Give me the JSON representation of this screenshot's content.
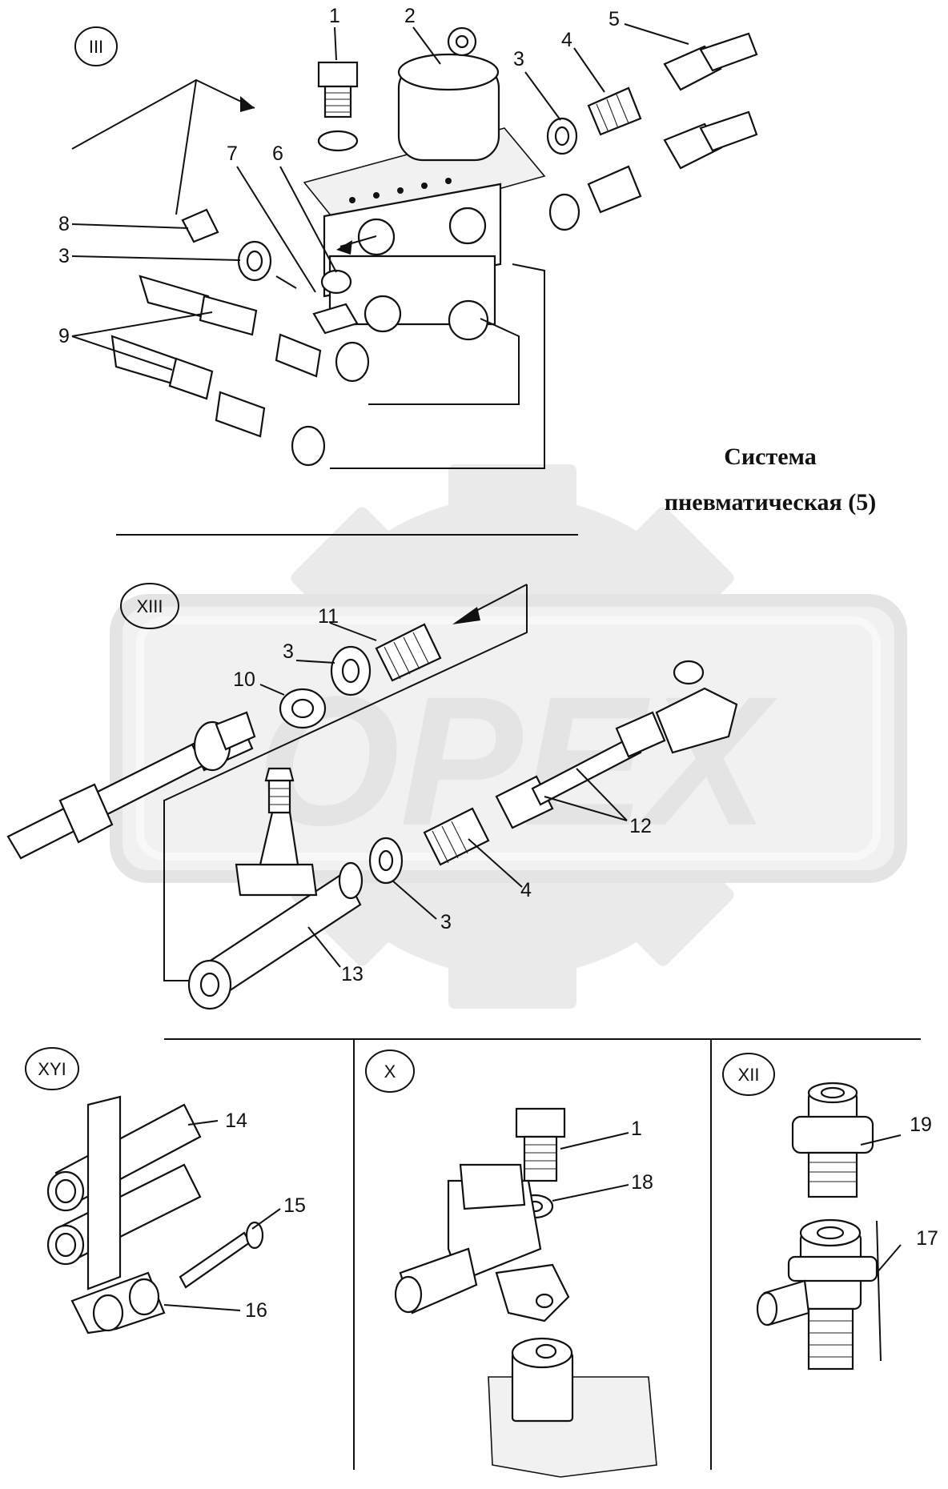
{
  "title": {
    "line1": "Система",
    "line2": "пневматическая (5)"
  },
  "watermark": {
    "text": "OPEX"
  },
  "views": {
    "v3": "III",
    "v13": "XIII",
    "v16": "XYI",
    "v10": "X",
    "v12": "XII"
  },
  "callouts": {
    "c1a": "1",
    "c2": "2",
    "c3a": "3",
    "c4a": "4",
    "c5": "5",
    "c6": "6",
    "c7": "7",
    "c8": "8",
    "c3b": "3",
    "c9": "9",
    "c11": "11",
    "c3c": "3",
    "c10": "10",
    "c12": "12",
    "c4b": "4",
    "c3d": "3",
    "c13": "13",
    "c14": "14",
    "c15": "15",
    "c16": "16",
    "c1b": "1",
    "c18": "18",
    "c19": "19",
    "c17": "17"
  }
}
